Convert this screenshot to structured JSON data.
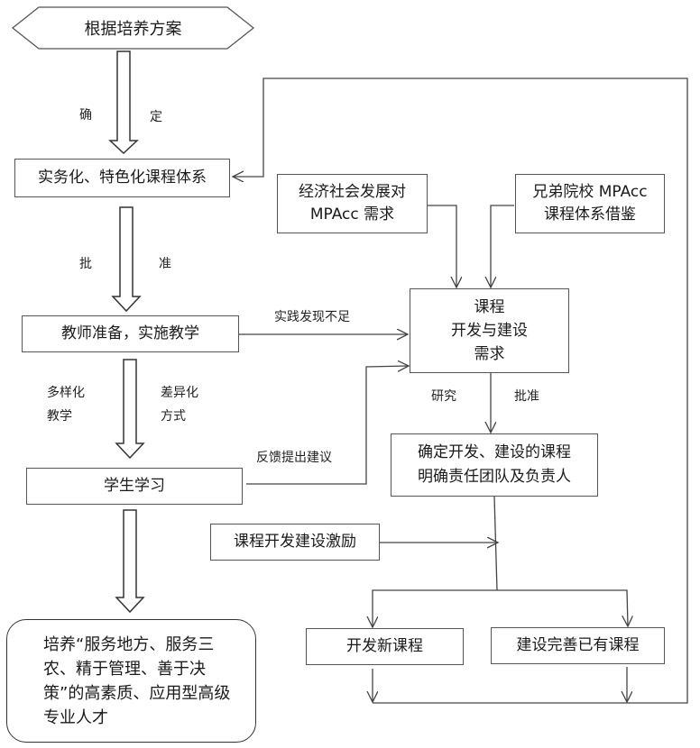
{
  "diagram": {
    "start": "根据培养方案",
    "labels": {
      "confirm_left": "确",
      "confirm_right": "定",
      "approve_left": "批",
      "approve_right": "准",
      "diverse_left": "多样化\n  教学",
      "diverse_right": "差异化\n方式",
      "practice_gap": "实践发现不足",
      "feedback": "反馈提出建议",
      "research": "研究",
      "approval": "批准"
    },
    "nodes": {
      "curriculum_system": "实务化、特色化课程体系",
      "teaching": "教师准备，实施教学",
      "learning": "学生学习",
      "outcome": "培养“服务地方、服务三农、精于管理、善于决策”的高素质、应用型高级专业人才",
      "social_demand": "经济社会发展对\nMPAcc 需求",
      "peer_reference": "兄弟院校 MPAcc\n课程体系借鉴",
      "dev_demand": "课程\n开发与建设\n需求",
      "decide": "确定开发、建设的课程\n明确责任团队及负责人",
      "incentive": "课程开发建设激励",
      "new_course": "开发新课程",
      "improve_course": "建设完善已有课程"
    }
  }
}
